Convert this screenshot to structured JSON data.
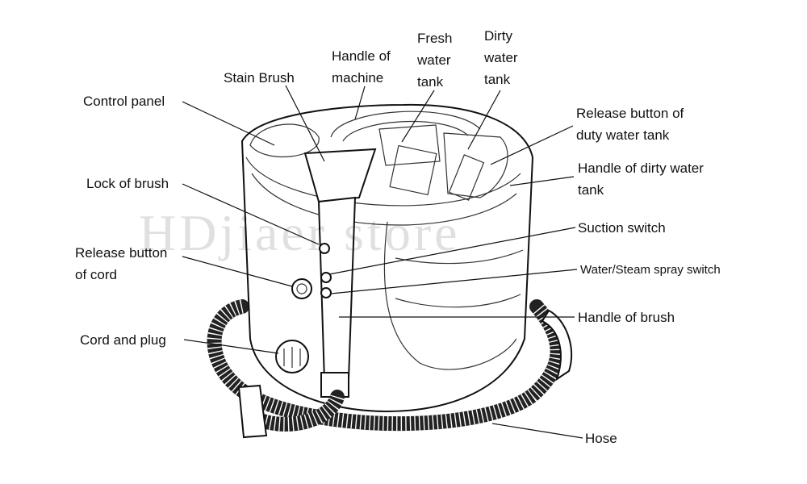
{
  "labels": {
    "control_panel": "Control panel",
    "stain_brush": "Stain Brush",
    "handle_of_machine": [
      "Handle of",
      "machine"
    ],
    "fresh_water_tank": [
      "Fresh",
      "water",
      "tank"
    ],
    "dirty_water_tank": [
      "Dirty",
      "water",
      "tank"
    ],
    "release_button_duty_tank": [
      "Release button of",
      "duty water tank"
    ],
    "handle_of_dirty_tank": [
      "Handle of dirty water",
      "tank"
    ],
    "lock_of_brush": "Lock of brush",
    "suction_switch": "Suction switch",
    "release_button_of_cord": [
      "Release button",
      "of cord"
    ],
    "water_steam_switch": "Water/Steam spray switch",
    "handle_of_brush": "Handle of brush",
    "cord_and_plug": "Cord and plug",
    "hose": "Hose"
  },
  "watermark": "HDjiaer store",
  "icons": {
    "machine": "carpet-cleaner-machine-illustration",
    "hose": "corrugated-hose-illustration"
  }
}
